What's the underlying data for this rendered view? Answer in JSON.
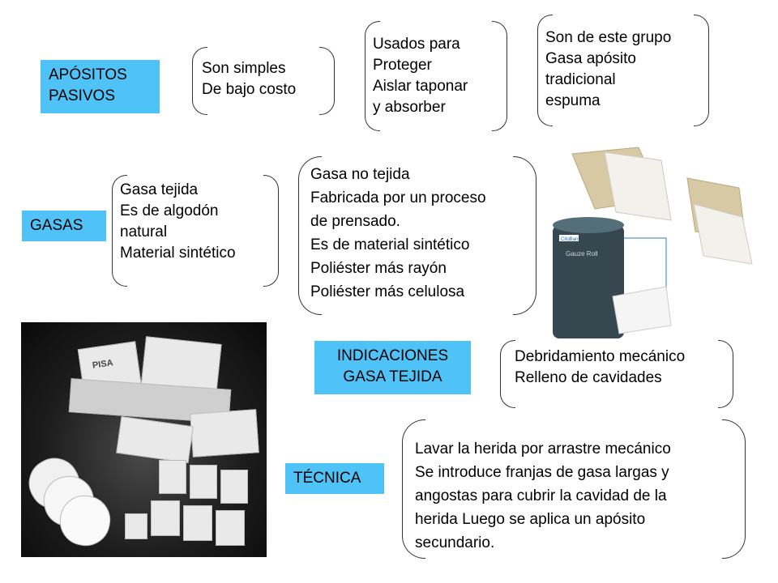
{
  "row1": {
    "label": "APÓSITOS\nPASIVOS",
    "box1": "Son simples\nDe bajo costo",
    "box2": "Usados para\nProteger\nAislar taponar\ny absorber",
    "box3": "Son de este grupo\nGasa  apósito\n tradicional\nespuma"
  },
  "row2": {
    "label": "GASAS",
    "box1": "Gasa tejida\nEs de algodón\nnatural\nMaterial sintético",
    "box2": "Gasa no tejida\nFabricada por un proceso\nde prensado.\nEs de material sintético\nPoliéster más rayón\nPoliéster más celulosa",
    "roll_brand": "CitoBan",
    "roll_label": "Gauze Roll"
  },
  "row3": {
    "label": "INDICACIONES\nGASA TEJIDA",
    "box": "Debridamiento mecánico\nRelleno de cavidades"
  },
  "row4": {
    "label": "TÉCNICA",
    "box": "Lavar la herida por arrastre mecánico\nSe introduce franjas de gasa largas y\nangostas para cubrir la cavidad de la\nherida Luego se aplica un apósito\nsecundario."
  },
  "photo": {
    "pkg_brand": "PISA"
  }
}
